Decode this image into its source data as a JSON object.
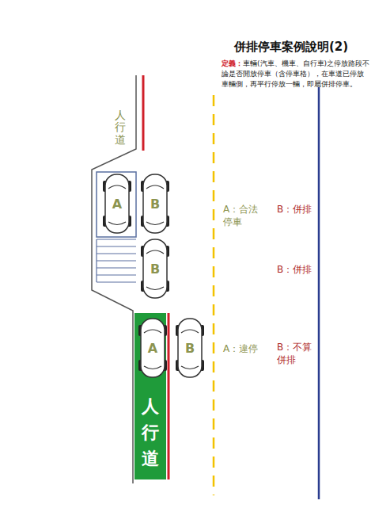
{
  "diagram": {
    "title": "併排停車案例說明(2)",
    "nodes": [
      {
        "text": [
          "A"
        ]
      },
      {
        "text": [
          "B"
        ]
      },
      {
        "text": [
          "B"
        ]
      },
      {
        "text": [
          "人行道"
        ]
      },
      {
        "text": [
          "A"
        ]
      },
      {
        "text": [
          "B"
        ]
      }
    ],
    "labels": [
      "定義：",
      "車輛(汽車、機車、自行車)之停放路段不論是否開放停車（含停車格），在車道已停放車輛側，再平行停放一輛，即屬併排停車。",
      "人行道",
      "B：併排",
      "A：合法停車",
      "B：併排",
      "B：不算併排",
      "A：違停"
    ]
  }
}
